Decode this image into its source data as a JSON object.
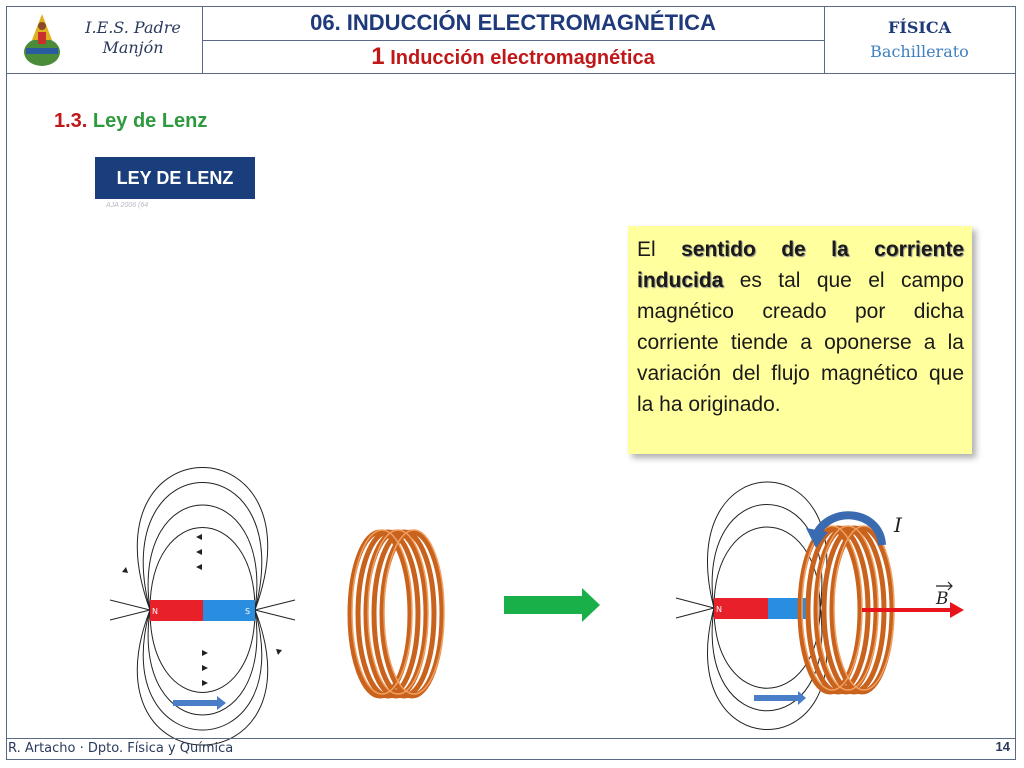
{
  "header": {
    "school": "I.E.S. Padre Manjón",
    "unit_title": "06. INDUCCIÓN ELECTROMAGNÉTICA",
    "sub_number": "1",
    "sub_title": "Inducción electromagnética",
    "subject": "FÍSICA",
    "level": "Bachillerato"
  },
  "section": {
    "number": "1.3.",
    "name": "Ley de Lenz"
  },
  "video": {
    "label": "LEY DE LENZ",
    "caption": "AJA 2006 (64"
  },
  "callout": {
    "part1": "El ",
    "bold": "sentido de la corriente inducida",
    "part2": " es tal que el campo magnético creado por dicha corriente tiende a oponerse a la variación del flujo magnético que la ha originado."
  },
  "diagram": {
    "magnet_n": "N",
    "magnet_s": "S",
    "current_label": "I",
    "field_label": "B",
    "colors": {
      "north": "#e8202a",
      "south": "#2a8ee0",
      "coil": "#d9782a",
      "arrow_green": "#19b04a",
      "arrow_blue": "#4a7ec8",
      "arrow_red": "#e8141c"
    }
  },
  "footer": {
    "author": "R. Artacho · Dpto. Física y Química",
    "page": "14"
  }
}
